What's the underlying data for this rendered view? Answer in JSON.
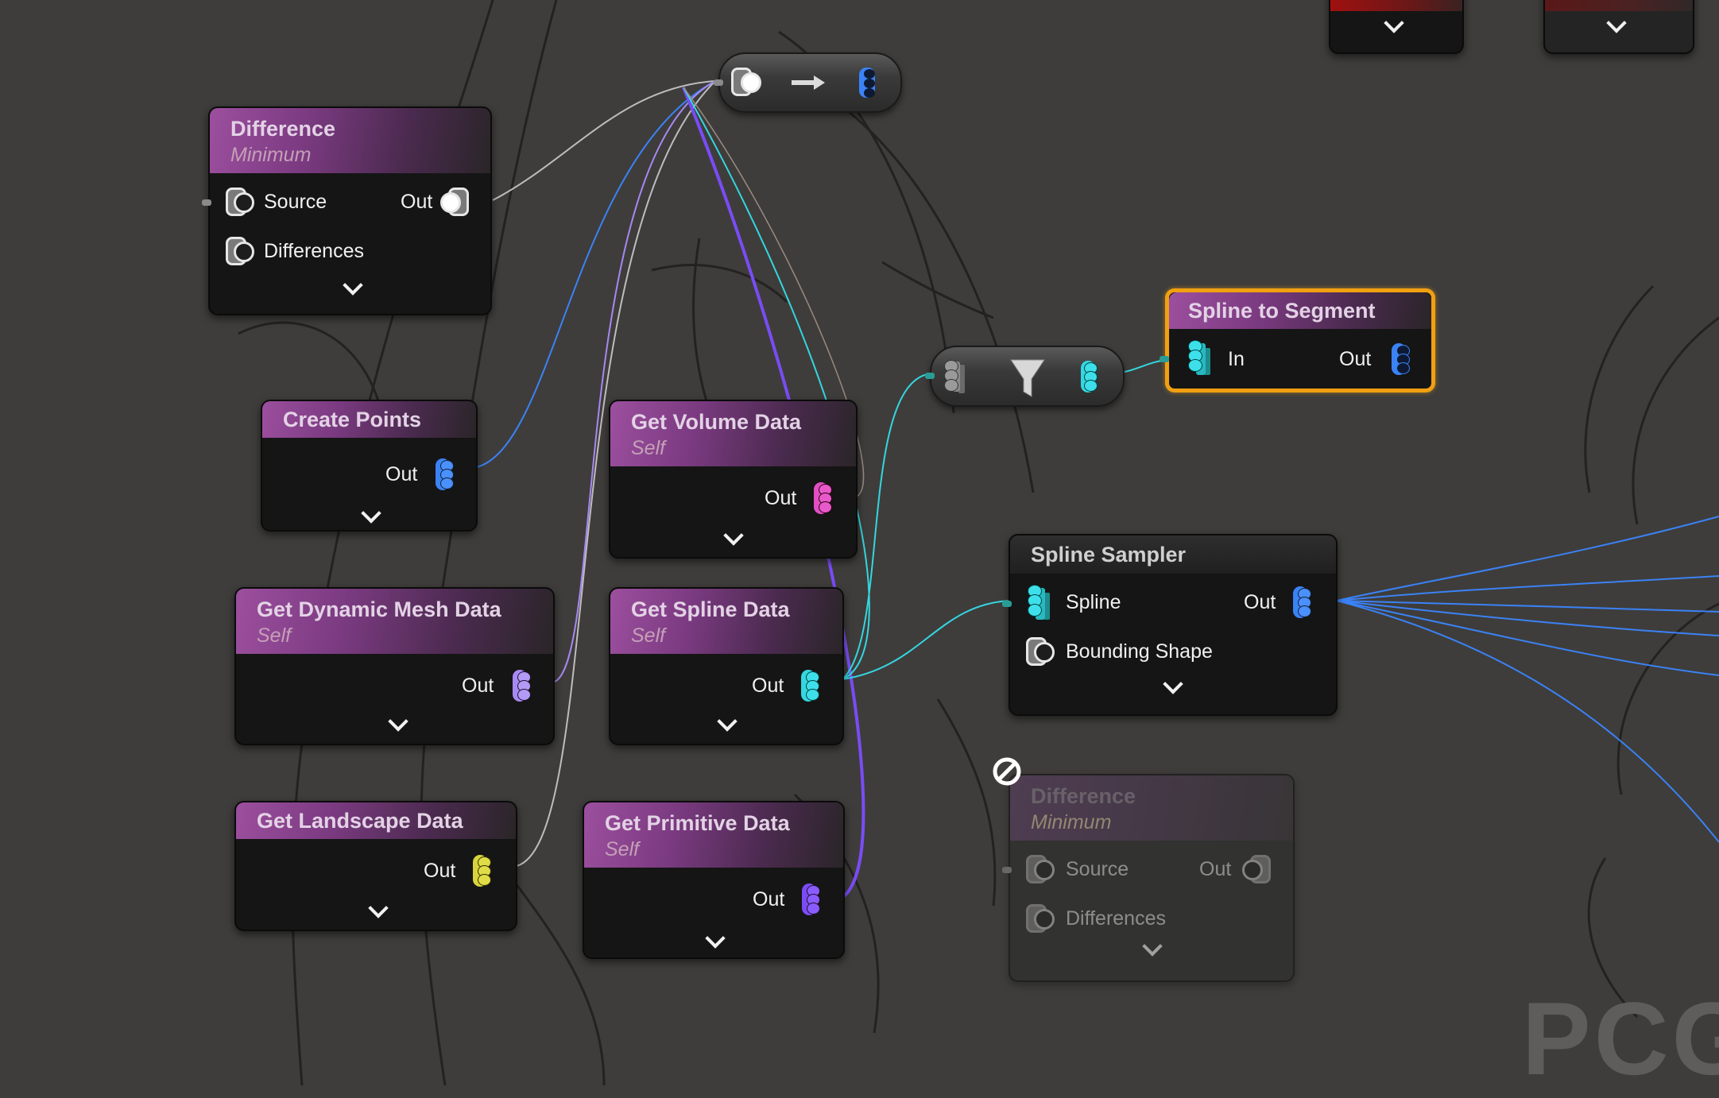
{
  "app": "PCG Graph Editor",
  "watermark": "PCG",
  "colors": {
    "background": "#3e3d3b",
    "node_body": "#151515",
    "header_purple": "#9c4f9e",
    "selection_outline": "#f0a010",
    "pin_point_blue": "#3b82f6",
    "pin_spline_cyan": "#35d6e0",
    "pin_volume_pink": "#e24fc4",
    "pin_dynmesh_lavender": "#a689f2",
    "pin_landscape_yellow": "#d9d43c",
    "pin_primitive_violet": "#7a4cf5",
    "wire_white": "#bdbdbd"
  },
  "nodes": {
    "difference_top": {
      "title": "Difference",
      "subtitle": "Minimum",
      "inputs": [
        "Source",
        "Differences"
      ],
      "output": "Out"
    },
    "reroute_top": {
      "icon": "arrow-right"
    },
    "create_points": {
      "title": "Create Points",
      "output": "Out"
    },
    "get_volume_data": {
      "title": "Get Volume Data",
      "subtitle": "Self",
      "output": "Out"
    },
    "filter_pill": {
      "icon": "filter-funnel"
    },
    "spline_to_segment": {
      "title": "Spline to Segment",
      "input": "In",
      "output": "Out",
      "selected": true
    },
    "get_dynamic_mesh_data": {
      "title": "Get Dynamic Mesh Data",
      "subtitle": "Self",
      "output": "Out"
    },
    "get_spline_data": {
      "title": "Get Spline Data",
      "subtitle": "Self",
      "output": "Out"
    },
    "spline_sampler": {
      "title": "Spline Sampler",
      "inputs": [
        "Spline",
        "Bounding Shape"
      ],
      "output": "Out"
    },
    "get_landscape_data": {
      "title": "Get Landscape Data",
      "output": "Out"
    },
    "get_primitive_data": {
      "title": "Get Primitive Data",
      "subtitle": "Self",
      "output": "Out"
    },
    "difference_disabled": {
      "title": "Difference",
      "subtitle": "Minimum",
      "inputs": [
        "Source",
        "Differences"
      ],
      "output": "Out",
      "disabled": true
    }
  }
}
